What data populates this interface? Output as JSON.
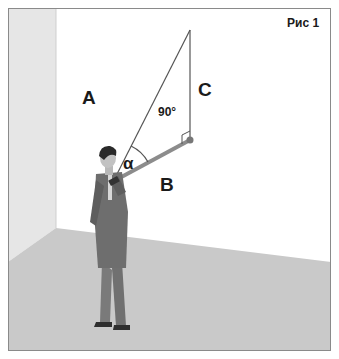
{
  "diagram": {
    "labels": [
      "Рис 1",
      "A",
      "C",
      "90°",
      "α",
      "B"
    ]
  }
}
